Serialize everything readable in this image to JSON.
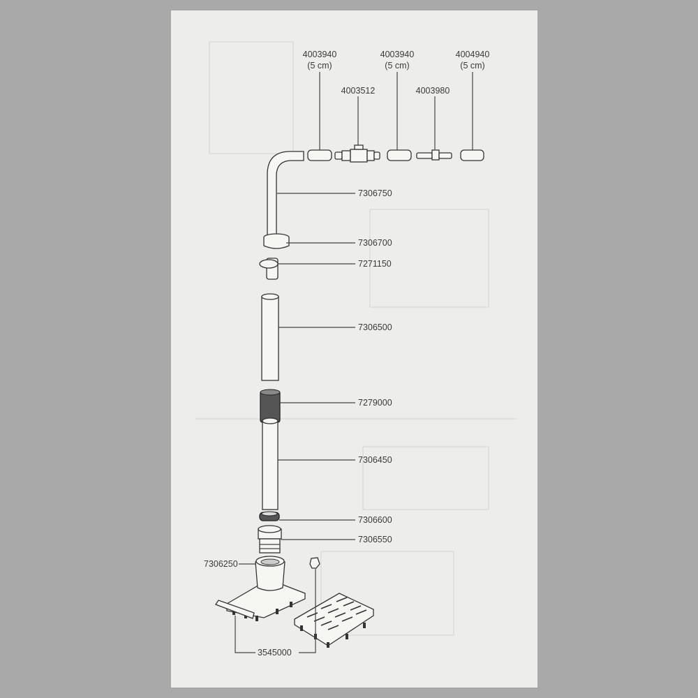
{
  "diagram": {
    "top_parts": [
      {
        "number": "4003940",
        "note": "(5 cm)"
      },
      {
        "number": "4003512"
      },
      {
        "number": "4003940",
        "note": "(5 cm)"
      },
      {
        "number": "4003980"
      },
      {
        "number": "4004940",
        "note": "(5 cm)"
      }
    ],
    "side_parts": [
      "7306750",
      "7306700",
      "7271150",
      "7306500",
      "7279000",
      "7306450",
      "7306600",
      "7306550"
    ],
    "base_part": "7306250",
    "plate_part": "3545000"
  }
}
